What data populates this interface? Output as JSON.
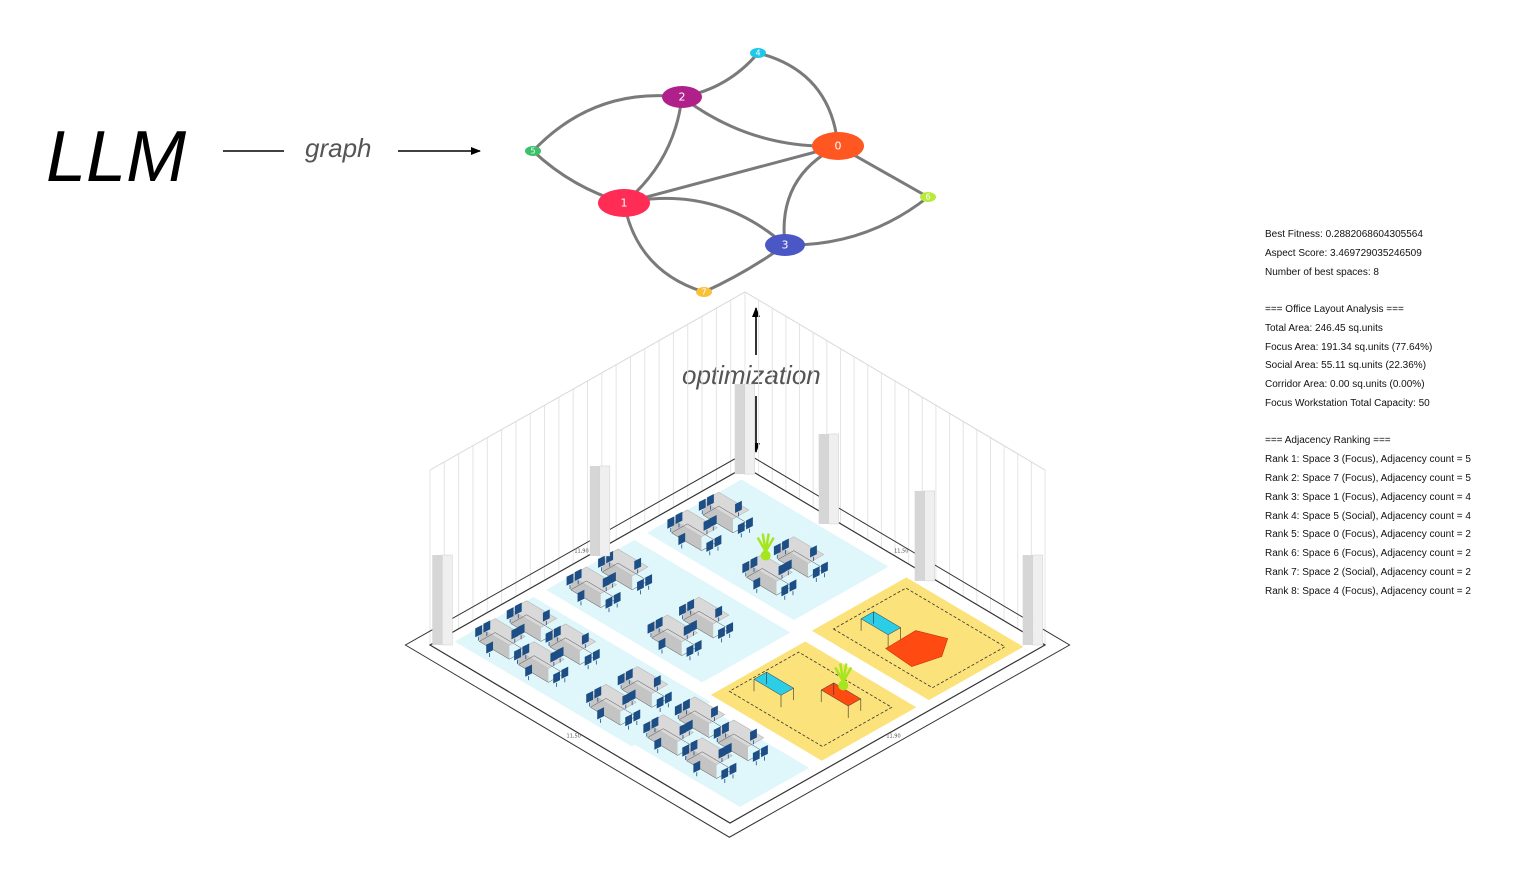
{
  "left": {
    "llm_text": "LLM",
    "graph_label": "graph"
  },
  "middle": {
    "optimization_label": "optimization"
  },
  "graph": {
    "nodes": [
      {
        "id": "0",
        "color": "#ff5722"
      },
      {
        "id": "1",
        "color": "#ff2d55"
      },
      {
        "id": "2",
        "color": "#b0208a"
      },
      {
        "id": "3",
        "color": "#4a57c4"
      },
      {
        "id": "4",
        "color": "#1ec8e8"
      },
      {
        "id": "5",
        "color": "#3cc06a"
      },
      {
        "id": "6",
        "color": "#b8ea3a"
      },
      {
        "id": "7",
        "color": "#f9c03a"
      }
    ],
    "edges": [
      [
        "2",
        "4"
      ],
      [
        "4",
        "0"
      ],
      [
        "2",
        "5"
      ],
      [
        "2",
        "1"
      ],
      [
        "2",
        "0"
      ],
      [
        "5",
        "1"
      ],
      [
        "1",
        "0"
      ],
      [
        "1",
        "3"
      ],
      [
        "0",
        "3"
      ],
      [
        "0",
        "6"
      ],
      [
        "6",
        "3"
      ],
      [
        "1",
        "7"
      ],
      [
        "7",
        "3"
      ]
    ],
    "edge_color": "#7a7a7a"
  },
  "stats": {
    "best_fitness": "Best Fitness: 0.2882068604305564",
    "aspect_score": "Aspect Score: 3.469729035246509",
    "num_spaces": "Number of best spaces: 8",
    "analysis_header": "=== Office Layout Analysis ===",
    "total_area": "Total Area: 246.45 sq.units",
    "focus_area": "Focus Area: 191.34 sq.units (77.64%)",
    "social_area": "Social Area: 55.11 sq.units (22.36%)",
    "corridor_area": "Corridor Area: 0.00 sq.units (0.00%)",
    "capacity": "Focus Workstation Total Capacity: 50",
    "ranking_header": "=== Adjacency Ranking ===",
    "ranking": [
      "Rank 1: Space 3 (Focus), Adjacency count = 5",
      "Rank 2: Space 7 (Focus), Adjacency count = 5",
      "Rank 3: Space 1 (Focus), Adjacency count = 4",
      "Rank 4: Space 5 (Social), Adjacency count = 4",
      "Rank 5: Space 0 (Focus), Adjacency count = 2",
      "Rank 6: Space 6 (Focus), Adjacency count = 2",
      "Rank 7: Space 2 (Social), Adjacency count = 2",
      "Rank 8: Space 4 (Focus), Adjacency count = 2"
    ]
  },
  "floorplan": {
    "focus_color": "#dff6fb",
    "social_color": "#fbe27a",
    "chair_color": "#1d4f86",
    "desk_color": "#d9d9d9",
    "social_table_colors": [
      "#2ccde6",
      "#ff4a12"
    ],
    "plant_color": "#a6e61e",
    "dimension_labels": [
      "11,50",
      "11,90",
      "11,50",
      "11,90"
    ]
  }
}
